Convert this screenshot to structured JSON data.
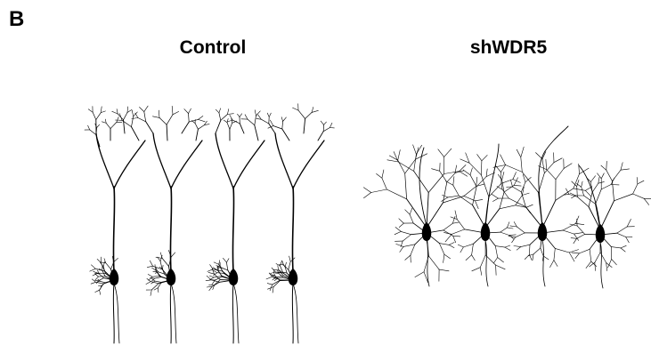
{
  "figure": {
    "panel_label": "B",
    "groups": [
      {
        "title": "Control",
        "neuron_count": 4
      },
      {
        "title": "shWDR5",
        "neuron_count": 4
      }
    ],
    "stroke_color": "#000000"
  }
}
